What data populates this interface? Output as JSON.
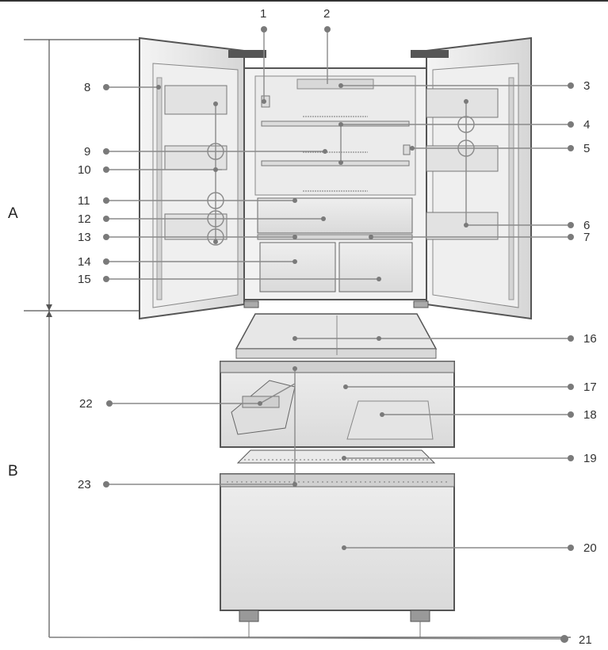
{
  "diagram": {
    "section_labels": {
      "A": "A",
      "B": "B"
    },
    "callout_numbers": [
      "1",
      "2",
      "3",
      "4",
      "5",
      "6",
      "7",
      "8",
      "9",
      "10",
      "11",
      "12",
      "13",
      "14",
      "15",
      "16",
      "17",
      "18",
      "19",
      "20",
      "21",
      "22",
      "23"
    ],
    "colors": {
      "outline": "#555555",
      "panel": "#e9e9e9",
      "panel_dark": "#d2d2d2",
      "line": "#8a8a8a",
      "frame_top": "#333333"
    }
  }
}
